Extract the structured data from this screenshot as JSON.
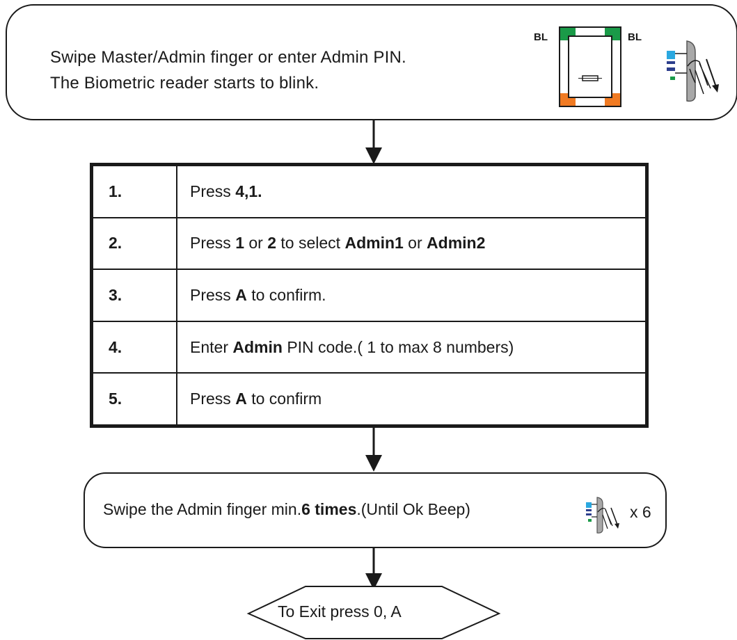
{
  "start": {
    "line1": "Swipe Master/Admin finger or enter Admin PIN.",
    "line2": "The Biometric reader starts to blink.",
    "led_left": "BL",
    "led_right": "BL"
  },
  "steps": [
    {
      "num": "1.",
      "parts": [
        [
          "Press ",
          false
        ],
        [
          "4,1.",
          true
        ]
      ]
    },
    {
      "num": "2.",
      "parts": [
        [
          "Press ",
          false
        ],
        [
          "1",
          true
        ],
        [
          " or ",
          false
        ],
        [
          "2",
          true
        ],
        [
          " to select ",
          false
        ],
        [
          "Admin1",
          true
        ],
        [
          " or ",
          false
        ],
        [
          "Admin2",
          true
        ]
      ]
    },
    {
      "num": "3.",
      "parts": [
        [
          "Press ",
          false
        ],
        [
          "A",
          true
        ],
        [
          " to confirm.",
          false
        ]
      ]
    },
    {
      "num": "4.",
      "parts": [
        [
          "Enter ",
          false
        ],
        [
          "Admin",
          true
        ],
        [
          " PIN code.( 1 to max 8 numbers)",
          false
        ]
      ]
    },
    {
      "num": "5.",
      "parts": [
        [
          "Press ",
          false
        ],
        [
          "A",
          true
        ],
        [
          " to confirm",
          false
        ]
      ]
    }
  ],
  "swipe": {
    "prefix": "Swipe the Admin finger min.",
    "bold": "6 times",
    "suffix": ".(Until Ok Beep)",
    "count": "x 6"
  },
  "exit": {
    "label": "To Exit press 0, A"
  },
  "colors": {
    "led_green": "#1a9a48",
    "led_orange": "#f07a22",
    "device_blue": "#2aa8e0",
    "device_navy": "#2c3e8c",
    "device_grey": "#a8a8a8"
  },
  "icons": [
    "fingerprint-reader-icon",
    "finger-swipe-icon",
    "down-arrow-icon"
  ]
}
